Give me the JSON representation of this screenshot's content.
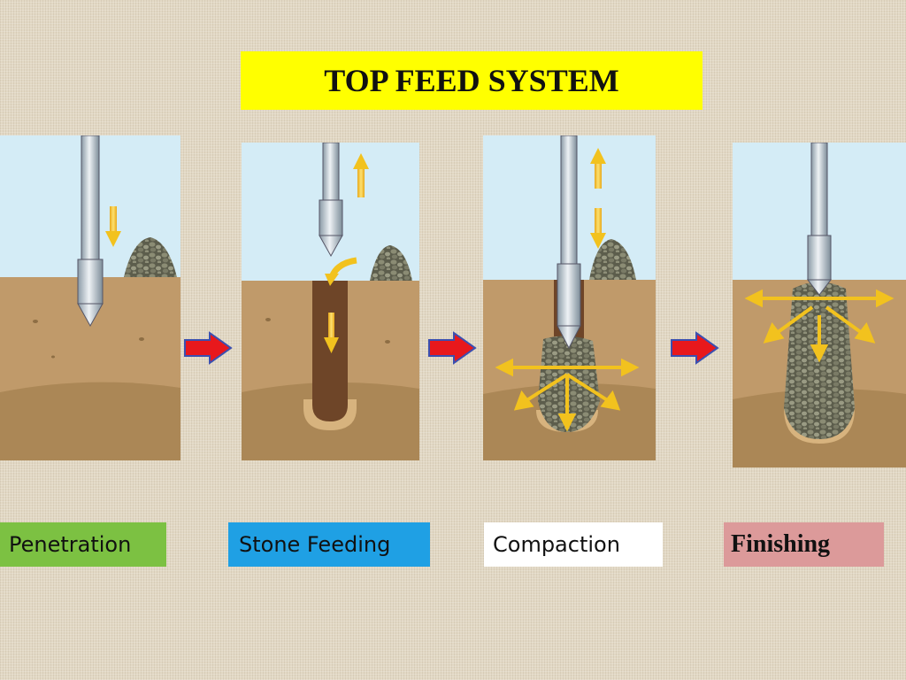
{
  "title": "TOP FEED SYSTEM",
  "steps": [
    {
      "label": "Penetration",
      "color": "#7cc142"
    },
    {
      "label": "Stone Feeding",
      "color": "#1fa0e4"
    },
    {
      "label": "Compaction",
      "color": "#ffffff"
    },
    {
      "label": "Finishing",
      "color": "#dc9a9a"
    }
  ],
  "colors": {
    "title_bg": "#ffff00",
    "sky": "#d4ecf6",
    "soil": "#c09a6a",
    "stone": "#6a6a58",
    "arrow": "#e8181c",
    "motion_arrow": "#f2c21e"
  }
}
